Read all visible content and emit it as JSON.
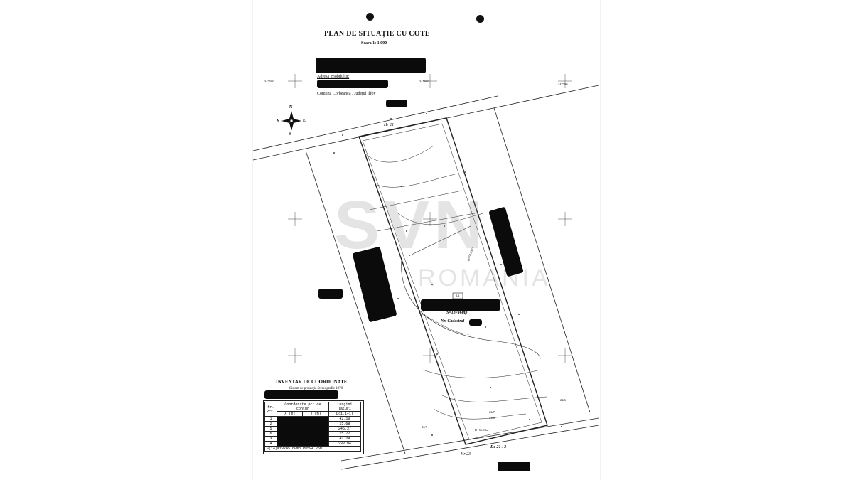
{
  "header": {
    "title": "PLAN DE SITUAȚIE CU COTE",
    "scale": "Scara 1: 1.000",
    "address_label": "Adresa imobilului:",
    "address_value": "Comuna Corbeanca , Judeţul Ilfov"
  },
  "compass": {
    "n": "N",
    "s": "S",
    "e": "E",
    "w": "V"
  },
  "parcel": {
    "id": "1A",
    "area": "S=13746mp",
    "cadastral": "Nr. Cadastral",
    "road_top": "Hr 21",
    "road_bottom": "Hr 23",
    "road_de": "De 21 / 3",
    "dim_a": "D=51.55m",
    "dim_b": "D=56.00m",
    "lot_a": "22/7",
    "lot_b": "22/8",
    "lot_c": "22/9",
    "lot_d": "22/6",
    "grid_x1": "347500",
    "grid_x2": "347600",
    "grid_x3": "347700"
  },
  "watermark": {
    "brand": "SVN",
    "country": "ROMANIA"
  },
  "inventory": {
    "title": "INVENTAR DE COORDONATE",
    "system": "- Sistem de proiecţie Stereografic 1970 -",
    "col_nr": "Nr.",
    "col_pct": "Pct.",
    "col_coord": "Coordonate pct.de contur",
    "col_x": "X [m]",
    "col_y": "Y [m]",
    "col_len": "Lungimi laturi",
    "col_d": "D(i,i+1)",
    "rows": [
      {
        "nr": "1",
        "d": "42.10"
      },
      {
        "nr": "2",
        "d": "15.68"
      },
      {
        "nr": "5",
        "d": "245.37"
      },
      {
        "nr": "6",
        "d": "15.77"
      },
      {
        "nr": "3",
        "d": "42.29"
      },
      {
        "nr": "4",
        "d": "238.04"
      }
    ],
    "footer": "S(1A)=13745.60mp  P=594.25m"
  },
  "colors": {
    "ink": "#111111",
    "redact": "#0b0b0b",
    "paper": "#ffffff"
  }
}
